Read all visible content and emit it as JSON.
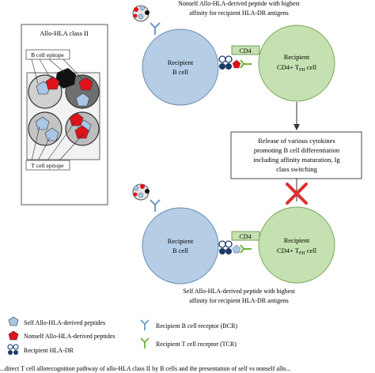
{
  "allo_box": {
    "title": "Allo-HLA class II",
    "b_cell_epitope": "B cell epitope",
    "t_cell_epitope": "T cell epitope"
  },
  "top_panel": {
    "caption_line1": "Nonself Allo-HLA-derived peptide with highest",
    "caption_line2": "affinity for recipient HLA-DR antigens",
    "b_cell_line1": "Recipient",
    "b_cell_line2": "B cell",
    "cd4_label": "CD4",
    "tfh_line1": "Recipient",
    "tfh_line2_main": "CD4+ T",
    "tfh_line2_sub": "FH",
    "tfh_line2_tail": " cell"
  },
  "cytokine_box": {
    "line1": "Release of various cytokines",
    "line2": "promoting B cell differentiation",
    "line3": "including affinity maturation, Ig",
    "line4": "class switching"
  },
  "bottom_panel": {
    "b_cell_line1": "Recipient",
    "b_cell_line2": "B cell",
    "cd4_label": "CD4",
    "tfh_line1": "Recipient",
    "tfh_line2_main": "CD4+ T",
    "tfh_line2_sub": "FH",
    "tfh_line2_tail": " cell",
    "caption_line1": "Self Allo-HLA-derived peptide with highest",
    "caption_line2": "affinity for recipient HLA-DR antigens"
  },
  "legend": {
    "self_peptides": "Self Allo-HLA-derived peptides",
    "nonself_peptides": "Nonself Allo-HLA-derived peptides",
    "hla_dr": "Recipient HLA-DR",
    "bcr": "Recipient B cell receptor (BCR)",
    "tcr": "Recipient T cell receptor (TCR)"
  },
  "caption_fragment": "...direct T cell allorecognition pathway of allo-HLA class II by B cells and the presentation of self vs nonself allo...",
  "colors": {
    "b_cell_fill": "#b6cde6",
    "tfh_fill": "#c6e1b1",
    "peptide_self": "#a9c6e6",
    "peptide_nonself": "#e0121c",
    "hla_dark": "#1b3a6b",
    "bcr": "#6e9bc7",
    "tcr": "#71b33a",
    "block_x": "#e02f2f"
  }
}
